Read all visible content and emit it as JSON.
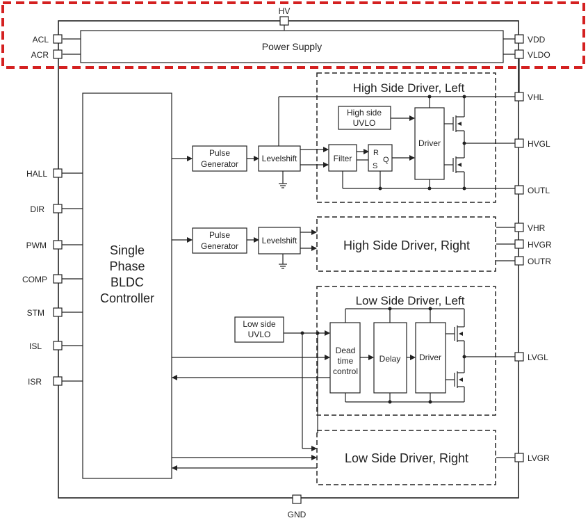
{
  "pins": {
    "hv": "HV",
    "acl": "ACL",
    "acr": "ACR",
    "vdd": "VDD",
    "vldo": "VLDO",
    "vhl": "VHL",
    "hvgl": "HVGL",
    "outl": "OUTL",
    "vhr": "VHR",
    "hvgr": "HVGR",
    "outr": "OUTR",
    "lvgl": "LVGL",
    "lvgr": "LVGR",
    "gnd": "GND",
    "hall": "HALL",
    "dir": "DIR",
    "pwm": "PWM",
    "comp": "COMP",
    "stm": "STM",
    "isl": "ISL",
    "isr": "ISR"
  },
  "blocks": {
    "power_supply": "Power Supply",
    "controller": [
      "Single",
      "Phase",
      "BLDC",
      "Controller"
    ],
    "pulse_gen": [
      "Pulse",
      "Generator"
    ],
    "levelshift": "Levelshift",
    "hs_uvlo": [
      "High side",
      "UVLO"
    ],
    "ls_uvlo": [
      "Low side",
      "UVLO"
    ],
    "filter": "Filter",
    "latch_r": "R",
    "latch_s": "S",
    "latch_q": "Q",
    "driver": "Driver",
    "dead_time": [
      "Dead",
      "time",
      "control"
    ],
    "delay": "Delay"
  },
  "groups": {
    "hs_left": "High Side Driver, Left",
    "hs_right": "High Side Driver, Right",
    "ls_left": "Low Side Driver, Left",
    "ls_right": "Low Side Driver, Right"
  },
  "colors": {
    "highlight": "#d42020",
    "line": "#222222"
  }
}
